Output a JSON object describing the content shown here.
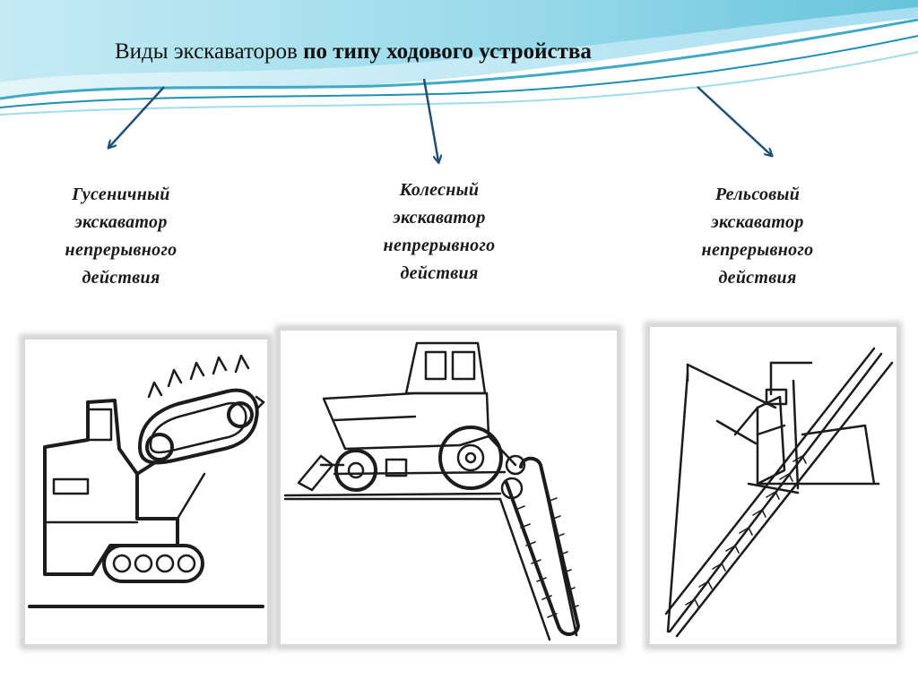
{
  "slide": {
    "title_regular": "Виды экскаваторов",
    "title_bold": "по типу ходового устройства"
  },
  "categories": [
    {
      "lines": [
        "Гусеничный",
        "экскаватор",
        "непрерывного",
        "действия"
      ]
    },
    {
      "lines": [
        "Колесный",
        "экскаватор",
        "непрерывного",
        "действия"
      ]
    },
    {
      "lines": [
        "Рельсовый",
        "экскаватор",
        "непрерывного",
        "действия"
      ]
    }
  ],
  "colors": {
    "arrow": "#1f4e79",
    "wave_light": "#c9eef5",
    "wave_mid": "#7fd0e3",
    "wave_dark": "#3fa9c8"
  }
}
